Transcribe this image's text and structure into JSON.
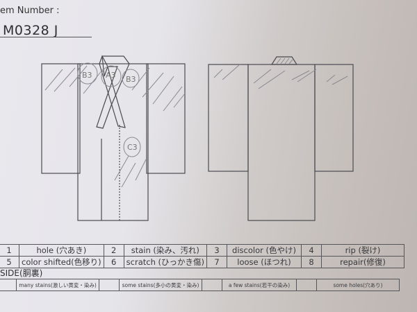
{
  "header": {
    "item_number_label": "em Number :",
    "item_number_value": "M0328   J"
  },
  "diagrams": {
    "front": {
      "annotations": [
        "B3",
        "A3",
        "B3",
        "C3"
      ]
    },
    "back": {
      "annotations": []
    }
  },
  "legend": {
    "rows": [
      [
        {
          "num": "1",
          "label": "hole (穴あき)"
        },
        {
          "num": "2",
          "label": "stain (染み、汚れ)"
        },
        {
          "num": "3",
          "label": "discolor (色やけ)"
        },
        {
          "num": "4",
          "label": "rip (裂け)"
        }
      ],
      [
        {
          "num": "5",
          "label": "color shifted(色移り)"
        },
        {
          "num": "6",
          "label": "scratch (ひっかき傷)"
        },
        {
          "num": "7",
          "label": "loose (ほつれ)"
        },
        {
          "num": "8",
          "label": "repair(修復)"
        }
      ]
    ]
  },
  "inside": {
    "title": "SIDE(胴裏)",
    "items": [
      {
        "mark": "",
        "label": "many stains(激しい黄変・染み)"
      },
      {
        "mark": "",
        "label": "some stains(多小の黄変・染み)"
      },
      {
        "mark": "",
        "label": "a few stains(若干の染み)"
      },
      {
        "mark": "",
        "label": "some holes(穴あり)"
      }
    ]
  }
}
